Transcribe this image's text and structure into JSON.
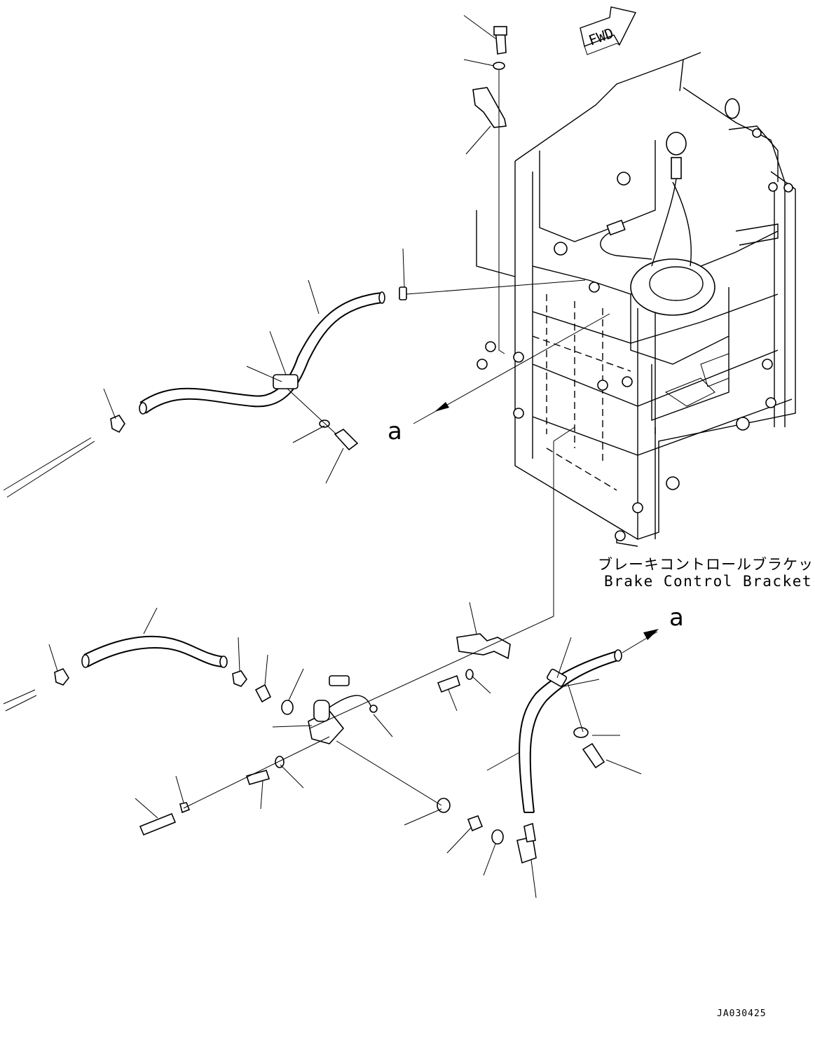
{
  "fwd_marker": "FWD",
  "view_ref": "a",
  "caption": {
    "japanese": "ブレーキコントロールブラケット",
    "english": "Brake Control Bracket"
  },
  "drawing_code": "JA030425",
  "icons": {
    "fwd_arrow": "fwd-arrow-icon",
    "leader_arrow": "leader-arrow-icon"
  },
  "colors": {
    "line": "#000000",
    "background": "#ffffff"
  }
}
